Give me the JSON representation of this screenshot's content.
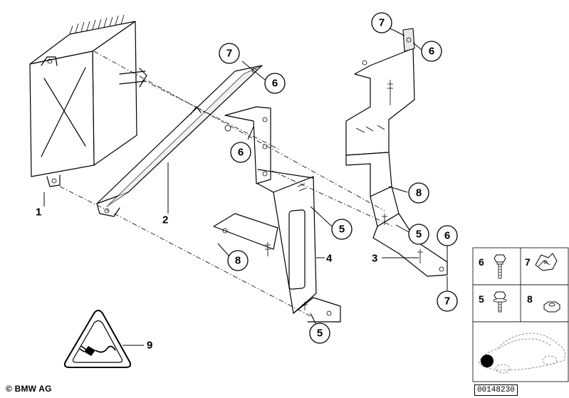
{
  "part_labels": {
    "p1": "1",
    "p2": "2",
    "p3": "3",
    "p4": "4",
    "p9": "9"
  },
  "callouts": {
    "c7a": "7",
    "c6a": "6",
    "c6b": "6",
    "c7b": "7",
    "c6c": "6",
    "c8a": "8",
    "c5a": "5",
    "c5b": "5",
    "c6d": "6",
    "c7c": "7",
    "c8b": "8",
    "c5c": "5"
  },
  "legend": {
    "item_6": "6",
    "item_7": "7",
    "item_5": "5",
    "item_8": "8"
  },
  "footer": {
    "copyright": "© BMW AG",
    "drawing_code": "00148230"
  }
}
